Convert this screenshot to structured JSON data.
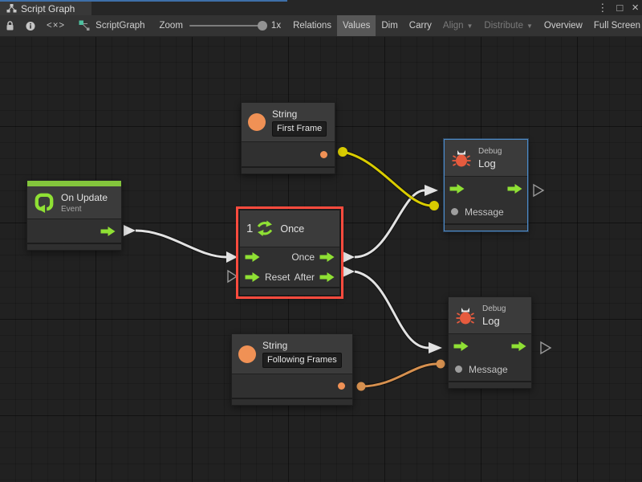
{
  "window": {
    "tab": "Script Graph",
    "controls": {
      "menu": "⋮",
      "maximize": "□",
      "close": "×"
    }
  },
  "toolbar": {
    "code_glyph": "<×>",
    "graph_name": "ScriptGraph",
    "zoom": {
      "label": "Zoom",
      "value": "1x",
      "percent": 100
    },
    "dropdown_glyph": "▼",
    "buttons": [
      {
        "label": "Relations",
        "active": false,
        "disabled": false
      },
      {
        "label": "Values",
        "active": true,
        "disabled": false
      },
      {
        "label": "Dim",
        "active": false,
        "disabled": false
      },
      {
        "label": "Carry",
        "active": false,
        "disabled": false
      },
      {
        "label": "Align",
        "active": false,
        "disabled": true,
        "dropdown": true
      },
      {
        "label": "Distribute",
        "active": false,
        "disabled": true,
        "dropdown": true
      },
      {
        "label": "Overview",
        "active": false,
        "disabled": false
      },
      {
        "label": "Full Screen",
        "active": false,
        "disabled": false
      }
    ]
  },
  "graph": {
    "nodes": {
      "string_first": {
        "type": "String",
        "value": "First Frame"
      },
      "string_following": {
        "type": "String",
        "value": "Following Frames"
      },
      "on_update": {
        "title": "On Update",
        "subtitle": "Event"
      },
      "once": {
        "number": "1",
        "title": "Once",
        "out1": "Once",
        "reset": "Reset",
        "after": "After",
        "selected": true
      },
      "debug_top": {
        "kind": "Debug",
        "title": "Log",
        "message": "Message",
        "selected": true
      },
      "debug_bottom": {
        "kind": "Debug",
        "title": "Log",
        "message": "Message"
      }
    },
    "connections": [
      {
        "from": "on_update.flow_out",
        "to": "once.flow_in",
        "color": "white"
      },
      {
        "from": "once.once_out",
        "to": "debug_top.flow_in",
        "color": "white"
      },
      {
        "from": "once.after_out",
        "to": "debug_bottom.flow_in",
        "color": "white"
      },
      {
        "from": "string_first.value_out",
        "to": "debug_top.message_in",
        "color": "yellow"
      },
      {
        "from": "string_following.value_out",
        "to": "debug_bottom.message_in",
        "color": "orange"
      }
    ]
  },
  "colors": {
    "accent_green": "#8FE034",
    "event_green": "#83C53C",
    "node_orange": "#F09155",
    "wire_yellow": "#D9CC00",
    "wire_orange": "#D6904F",
    "selection_red": "#FF4B3E",
    "selection_blue": "#4C8AC8",
    "bug_red": "#E65B3E"
  }
}
